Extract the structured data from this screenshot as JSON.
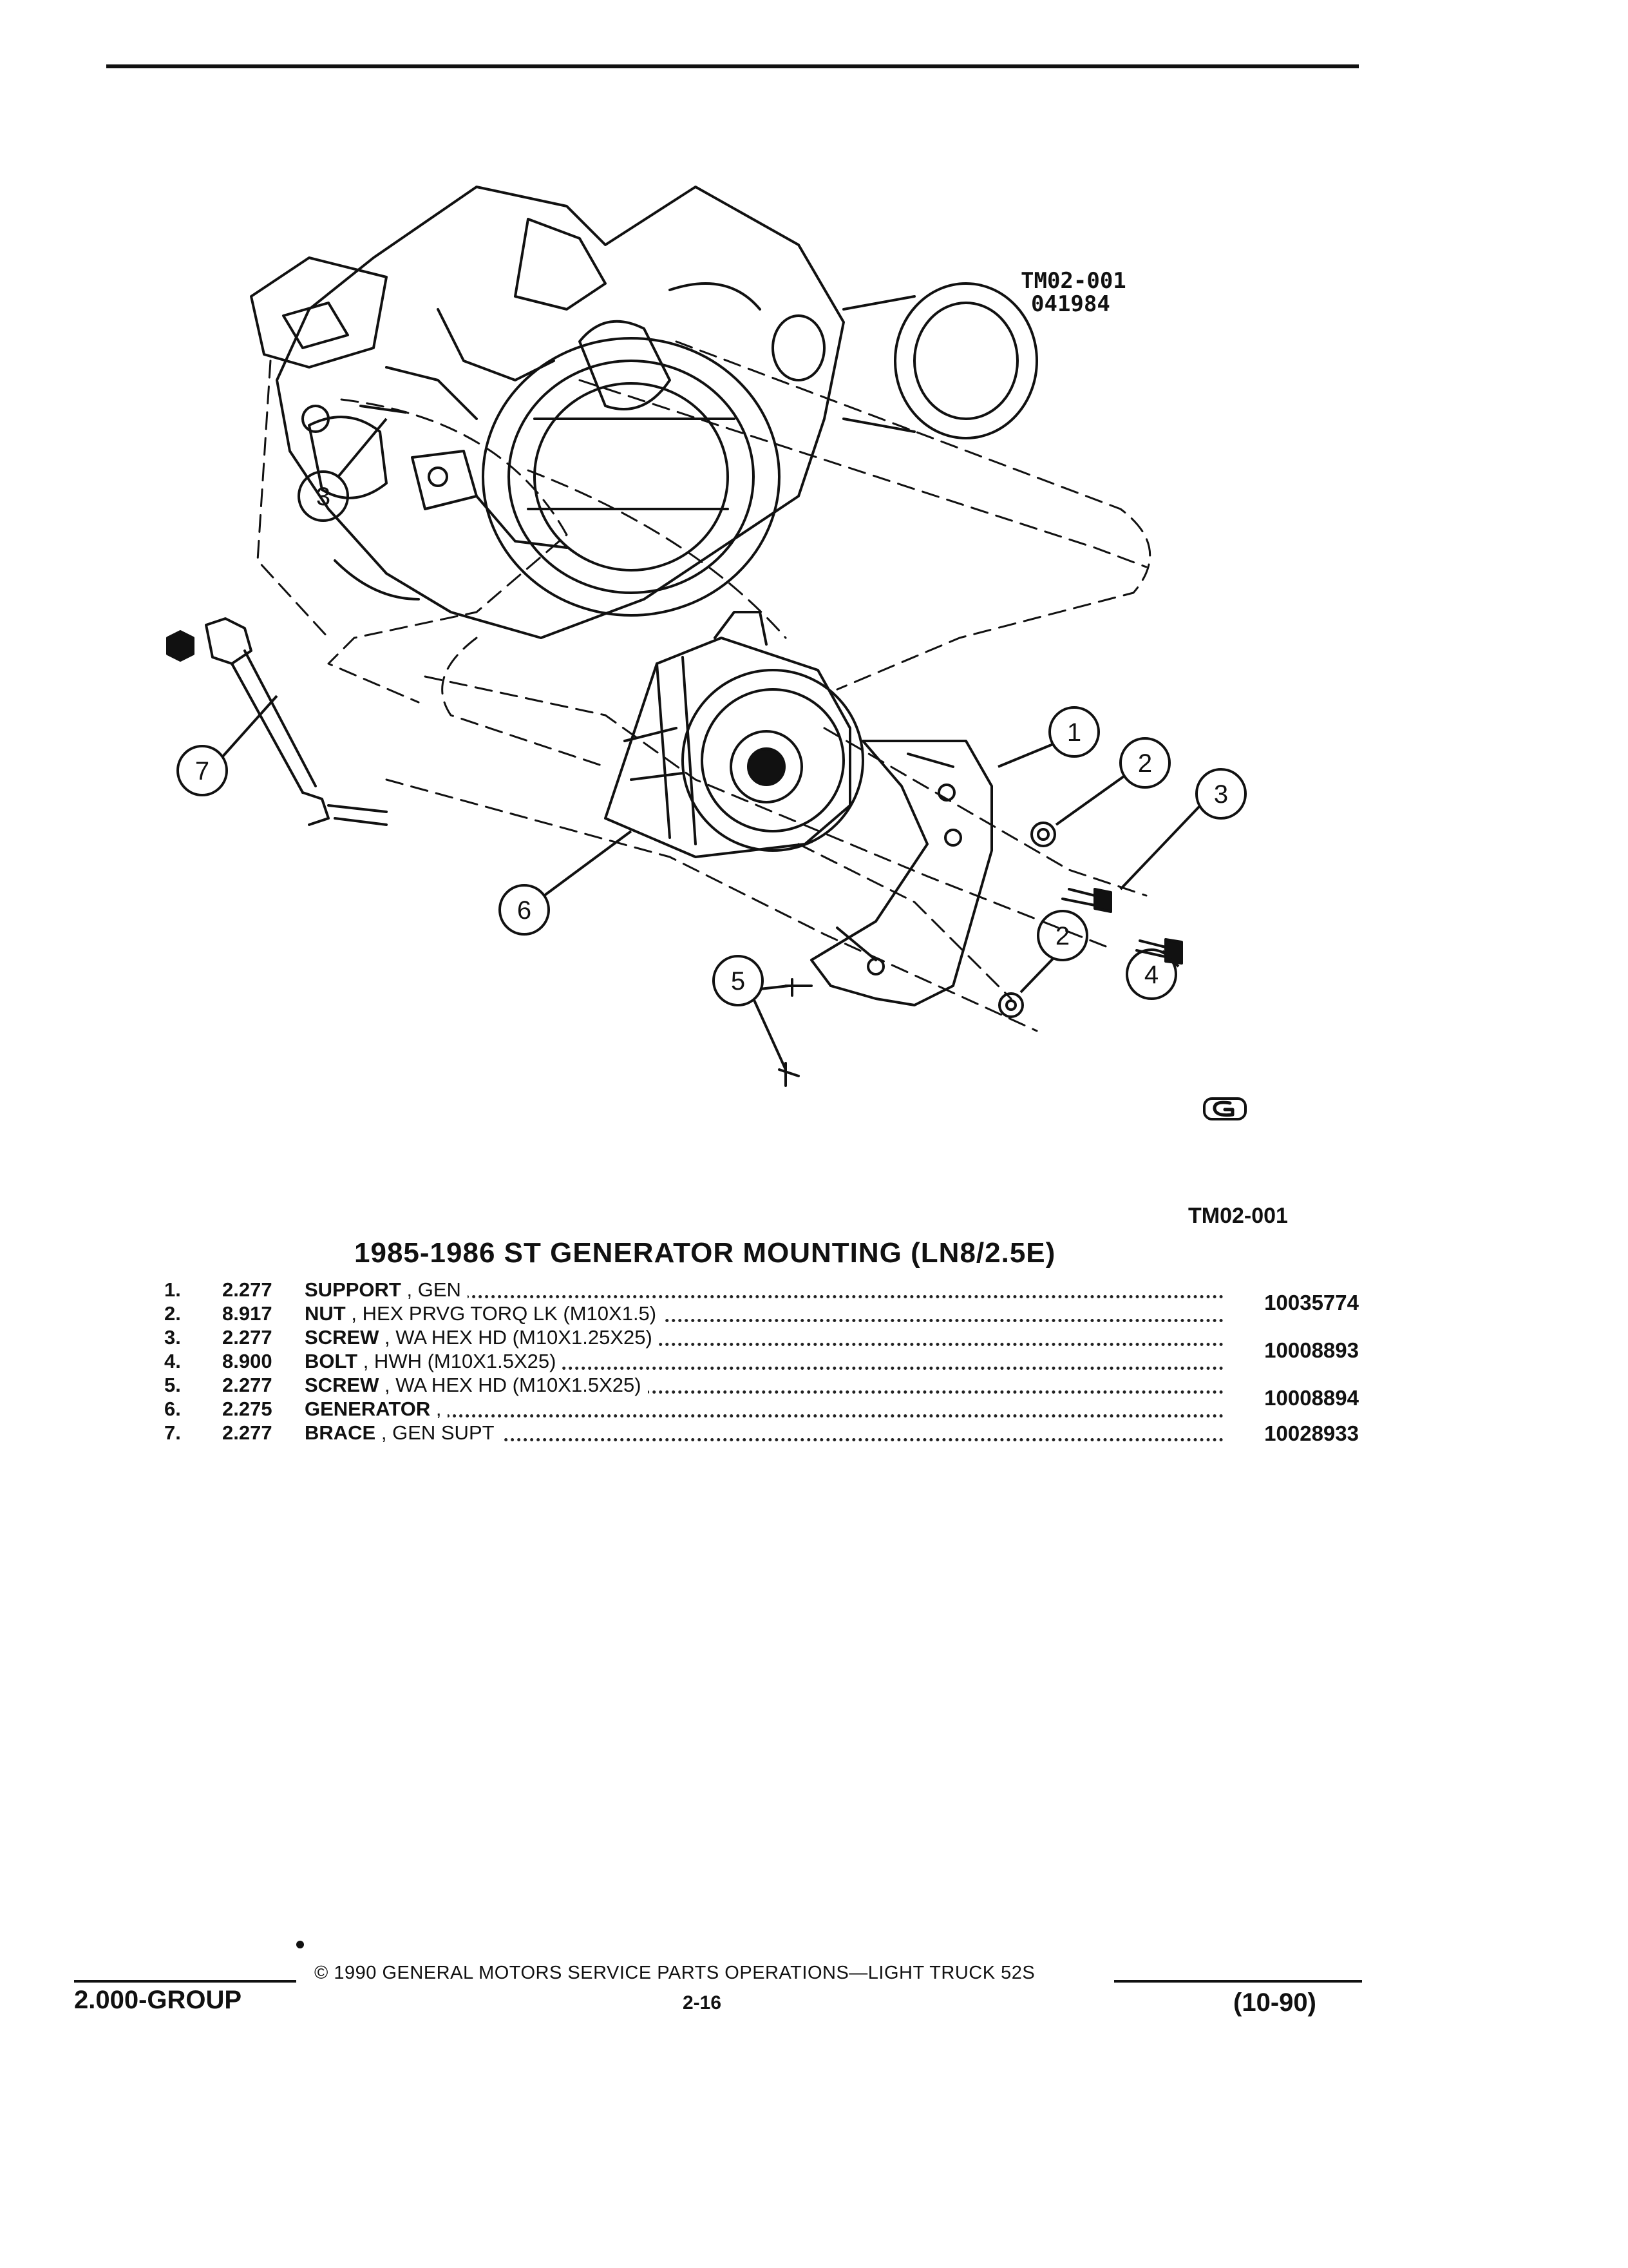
{
  "figure": {
    "id": "TM02-001",
    "date": "041984",
    "ref": "TM02-001",
    "callouts": [
      "1",
      "2",
      "3",
      "2",
      "3",
      "4",
      "5",
      "6",
      "7"
    ]
  },
  "title": "1985-1986 ST GENERATOR MOUNTING (LN8/2.5E)",
  "parts": [
    {
      "num": "1.",
      "group": "2.277",
      "name": "SUPPORT",
      "qualifier": ", GEN",
      "part_no": ""
    },
    {
      "num": "2.",
      "group": "8.917",
      "name": "NUT",
      "qualifier": ", HEX PRVG TORQ LK (M10X1.5)",
      "part_no": "10035774"
    },
    {
      "num": "3.",
      "group": "2.277",
      "name": "SCREW",
      "qualifier": ", WA HEX HD (M10X1.25X25)",
      "part_no": ""
    },
    {
      "num": "4.",
      "group": "8.900",
      "name": "BOLT",
      "qualifier": ", HWH (M10X1.5X25)",
      "part_no": "10008893"
    },
    {
      "num": "5.",
      "group": "2.277",
      "name": "SCREW",
      "qualifier": ", WA HEX HD (M10X1.5X25)",
      "part_no": ""
    },
    {
      "num": "6.",
      "group": "2.275",
      "name": "GENERATOR",
      "qualifier": ",",
      "part_no": "10008894"
    },
    {
      "num": "7.",
      "group": "2.277",
      "name": "BRACE",
      "qualifier": ", GEN SUPT",
      "part_no": "10028933"
    }
  ],
  "footer": {
    "group": "2.000-GROUP",
    "copyright": "© 1990 GENERAL MOTORS SERVICE PARTS OPERATIONS—LIGHT TRUCK 52S",
    "page": "2-16",
    "revision": "(10-90)"
  }
}
